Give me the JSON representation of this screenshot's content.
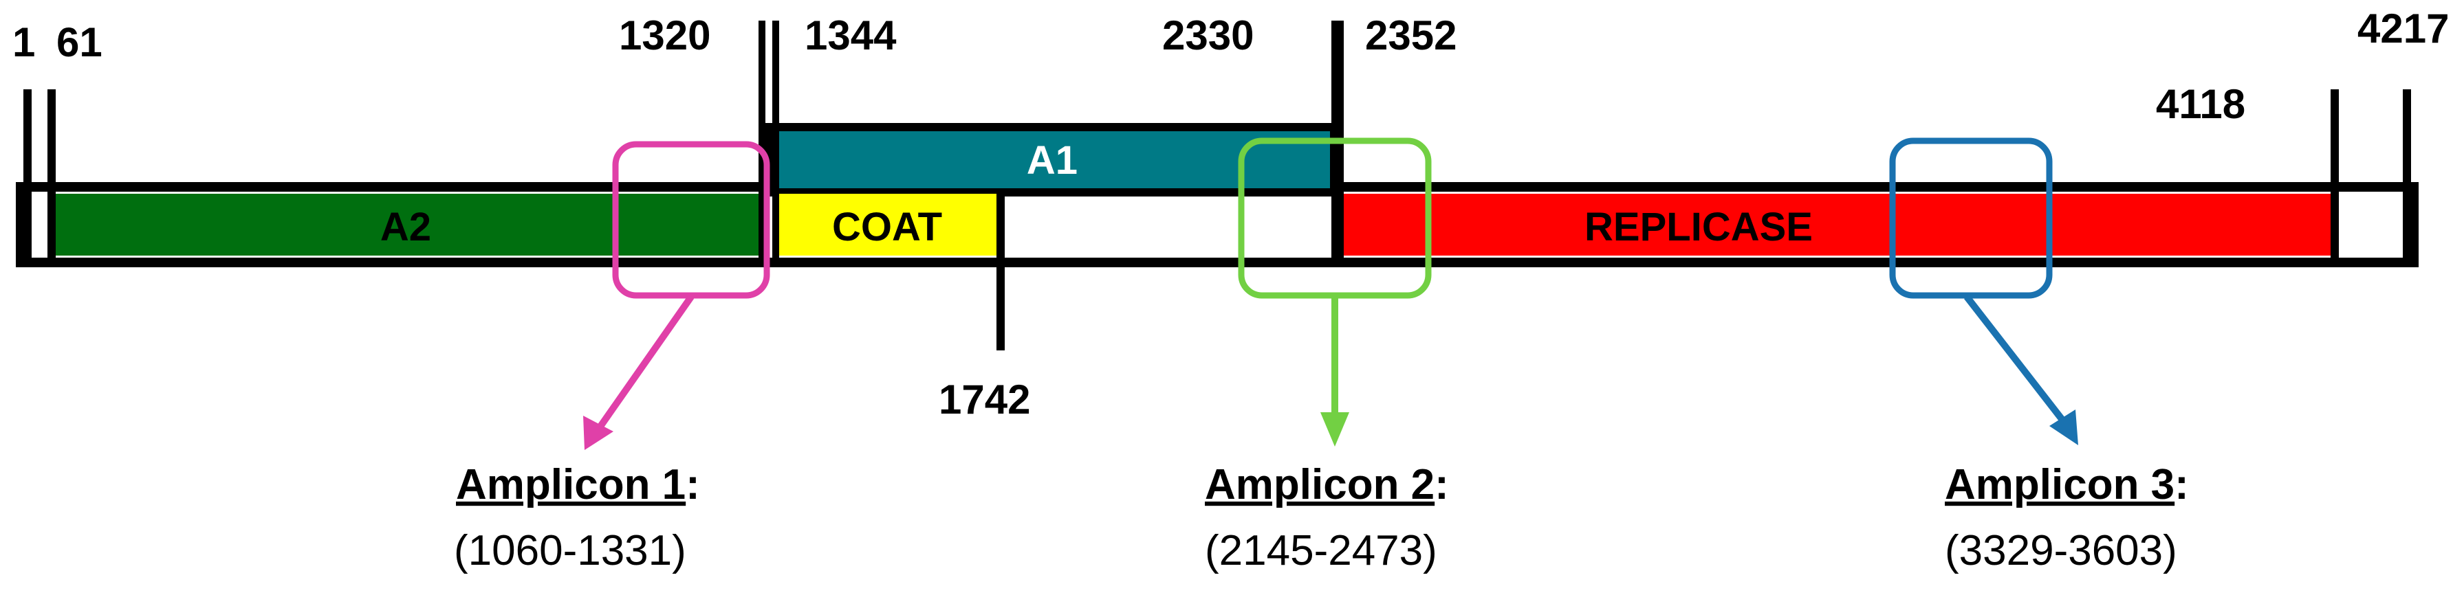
{
  "positions": {
    "p1": "1",
    "p61": "61",
    "p1320": "1320",
    "p1344": "1344",
    "p2330": "2330",
    "p2352": "2352",
    "p4217": "4217",
    "p4118": "4118",
    "p1742": "1742"
  },
  "genes": {
    "a2": {
      "label": "A2",
      "color": "#006f0f"
    },
    "a1": {
      "label": "A1",
      "color": "#007a86"
    },
    "coat": {
      "label": "COAT",
      "color": "#ffff00"
    },
    "replicase": {
      "label": "REPLICASE",
      "color": "#ff0000"
    }
  },
  "amplicons": [
    {
      "title": "Amplicon 1",
      "colon": ":",
      "range": "(1060-1331)",
      "color": "#e040a8"
    },
    {
      "title": "Amplicon 2",
      "colon": ":",
      "range": "(2145-2473)",
      "color": "#72d043"
    },
    {
      "title": "Amplicon 3",
      "colon": ":",
      "range": "(3329-3603)",
      "color": "#1a72b0"
    }
  ]
}
